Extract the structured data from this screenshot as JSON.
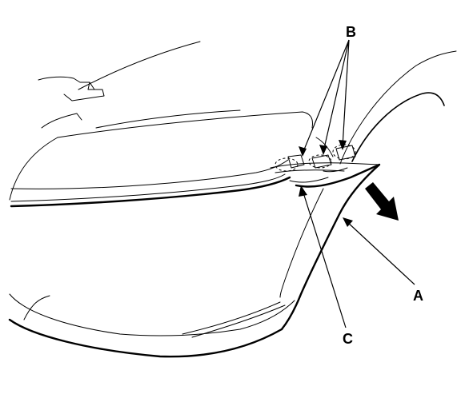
{
  "callouts": {
    "A": "A",
    "B": "B",
    "C": "C"
  },
  "icons": {
    "direction_arrow": "removal-direction-arrow-icon"
  },
  "colors": {
    "line": "#000000",
    "background": "#ffffff"
  }
}
